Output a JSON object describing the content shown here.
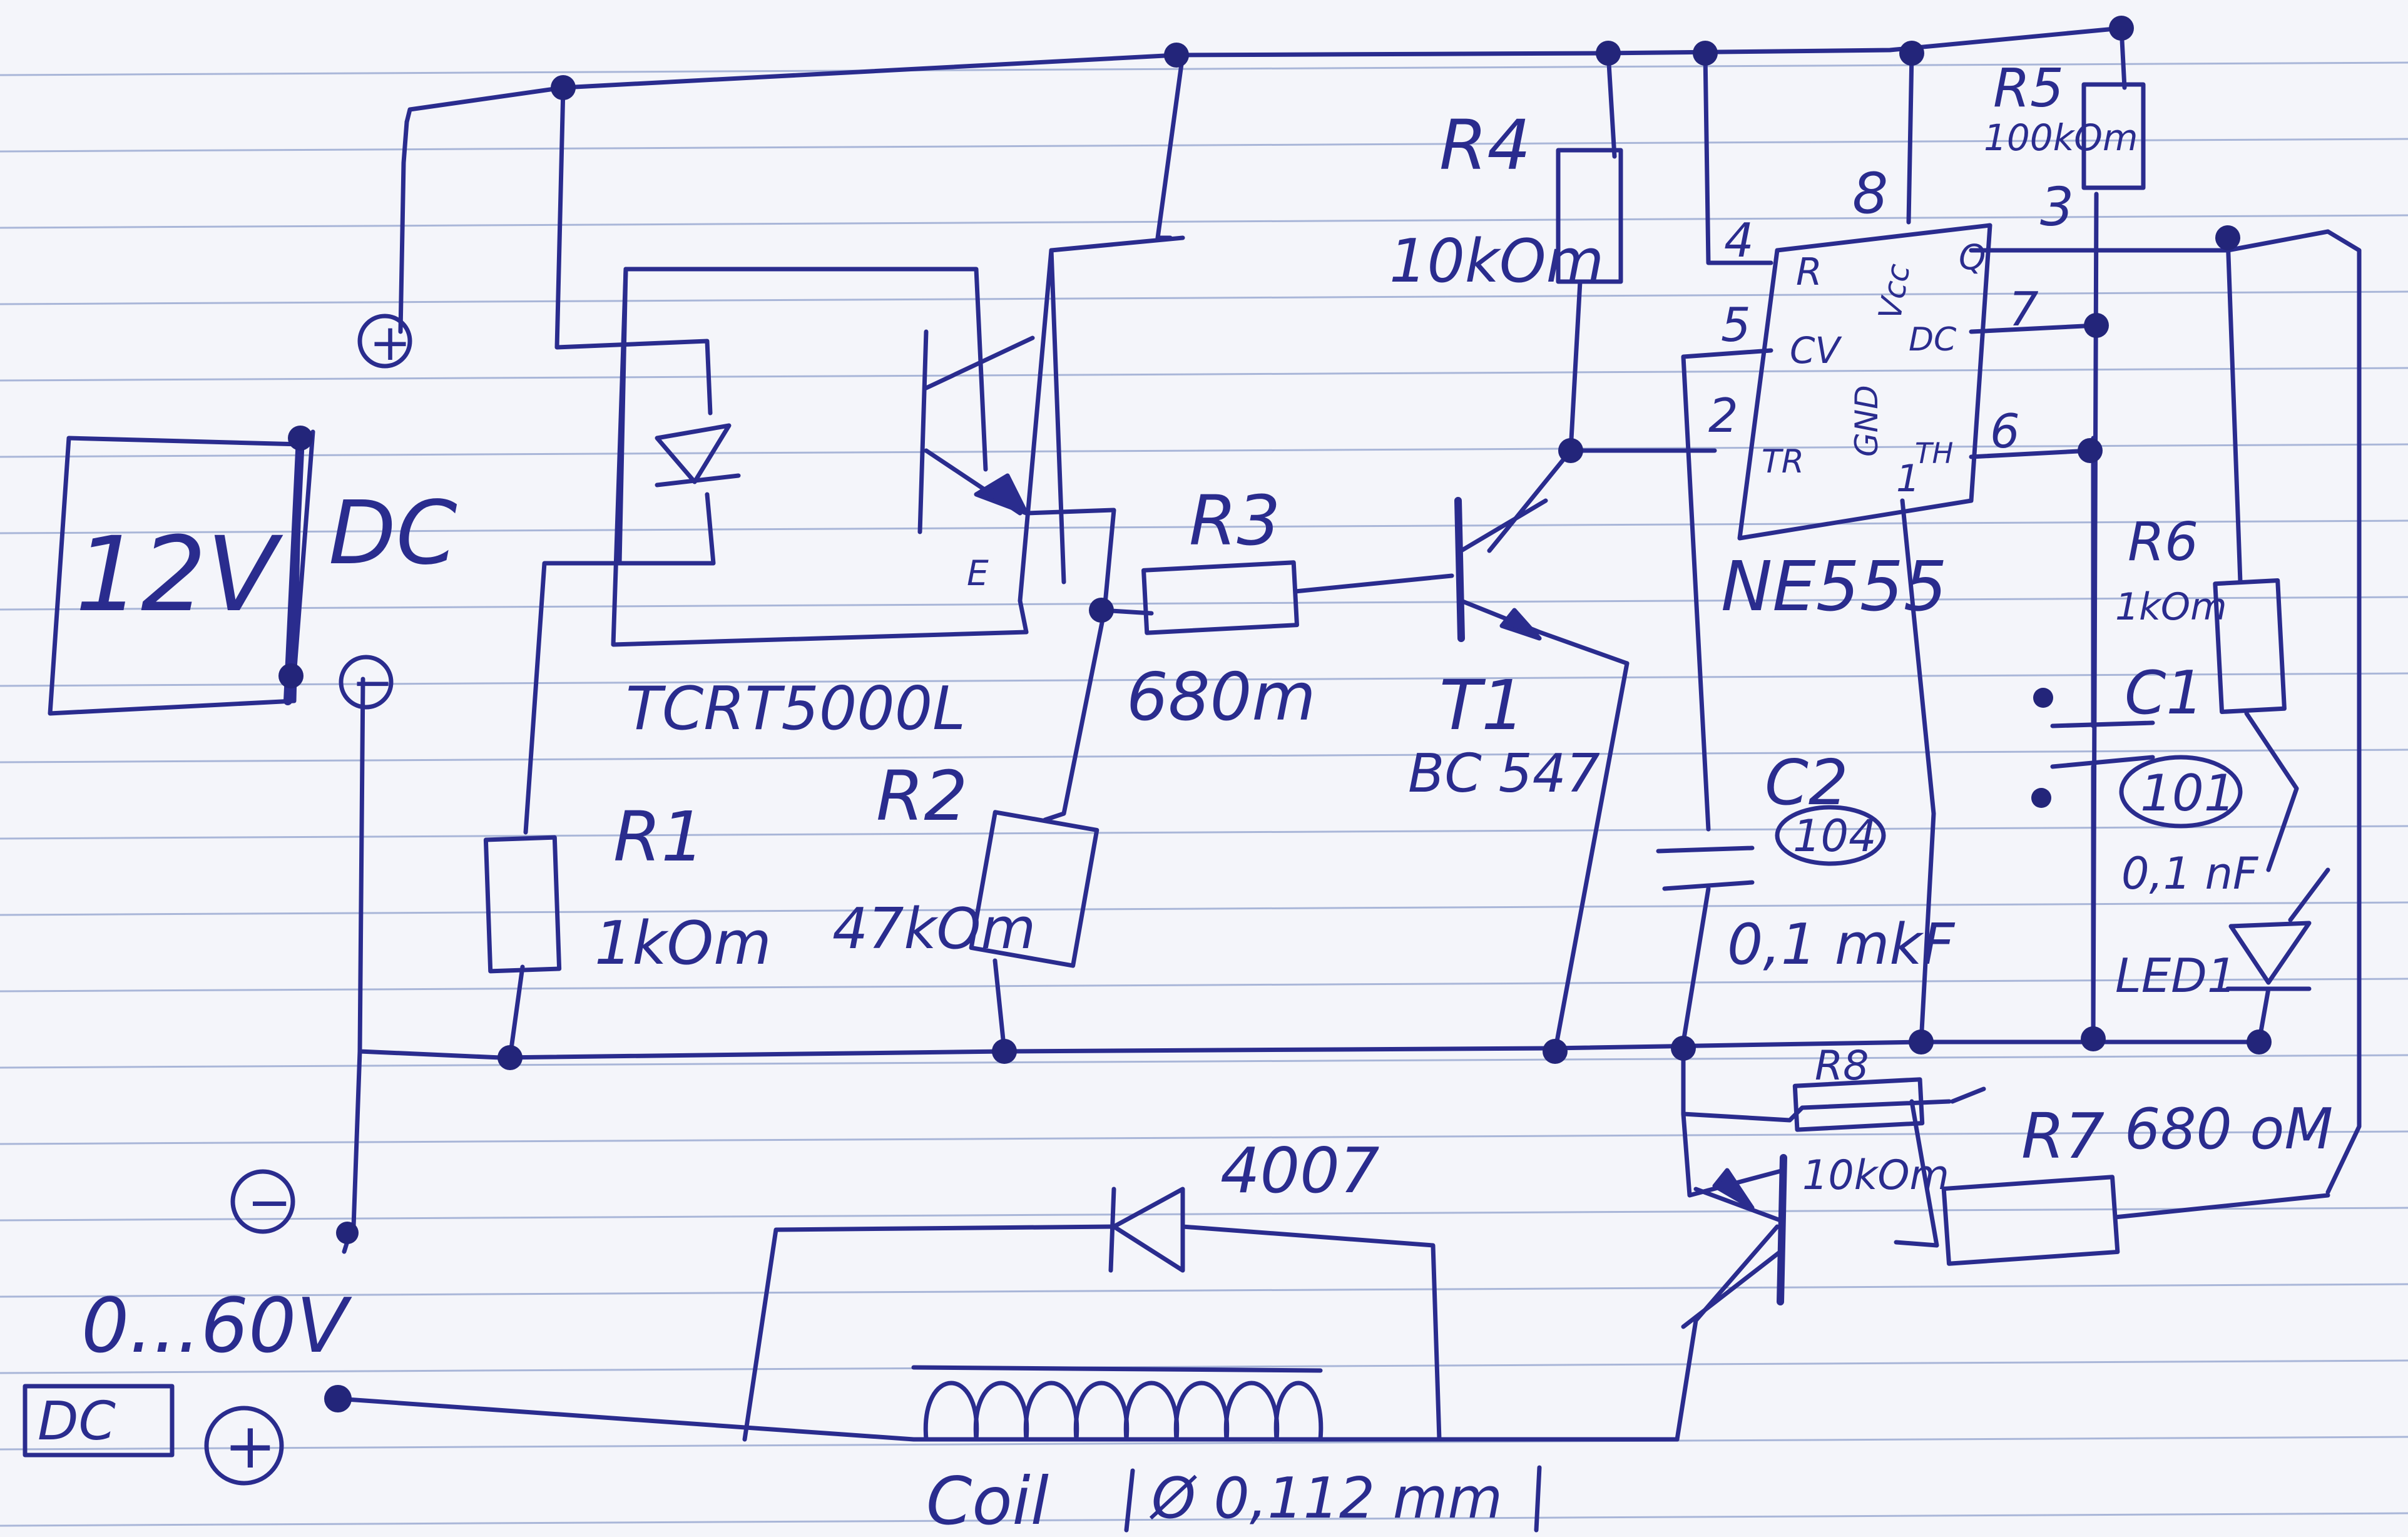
{
  "power": {
    "supply_label": "12V",
    "supply_type": "DC",
    "plus_sign": "+",
    "minus_sign": "−"
  },
  "output": {
    "minus_sign": "−",
    "plus_sign": "+",
    "voltage_range": "0...60V",
    "type_box": "DC"
  },
  "sensor": {
    "label": "TCRT5000L",
    "emitter_label": "E"
  },
  "resistors": {
    "r1": {
      "name": "R1",
      "value": "1kOm"
    },
    "r2": {
      "name": "R2",
      "value": "47kOm"
    },
    "r3": {
      "name": "R3",
      "value": "680m"
    },
    "r4": {
      "name": "R4",
      "value": "10kOm"
    },
    "r5": {
      "name": "R5",
      "value": "100kOm",
      "pin_note": "3"
    },
    "r6": {
      "name": "R6",
      "value": "1kOm"
    },
    "r7": {
      "name": "R7",
      "value": "680 oM"
    },
    "r8": {
      "name": "R8",
      "value": "10kOm"
    }
  },
  "transistor_t1": {
    "name": "T1",
    "part": "BC 547"
  },
  "ic": {
    "name": "NE555",
    "pins": {
      "r": "R",
      "cv": "CV",
      "tr": "TR",
      "vcc": "Vcc",
      "gnd": "GND",
      "q": "Q",
      "dc": "DC",
      "th": "TH"
    },
    "pin_numbers": [
      "4",
      "5",
      "2",
      "8",
      "1",
      "3",
      "7",
      "6"
    ]
  },
  "capacitors": {
    "c1": {
      "name": "C1",
      "code": "101",
      "value": "0,1 nF"
    },
    "c2": {
      "name": "C2",
      "code": "104",
      "value": "0,1 mkF"
    }
  },
  "led": {
    "name": "LED1"
  },
  "diode": {
    "part": "4007"
  },
  "coil": {
    "label": "Coil",
    "wire": "Ø 0,112 mm"
  },
  "colors": {
    "ink": "#2a2c8e",
    "paper": "#f4f5fa",
    "grid_lines": "#a9b6d8"
  }
}
